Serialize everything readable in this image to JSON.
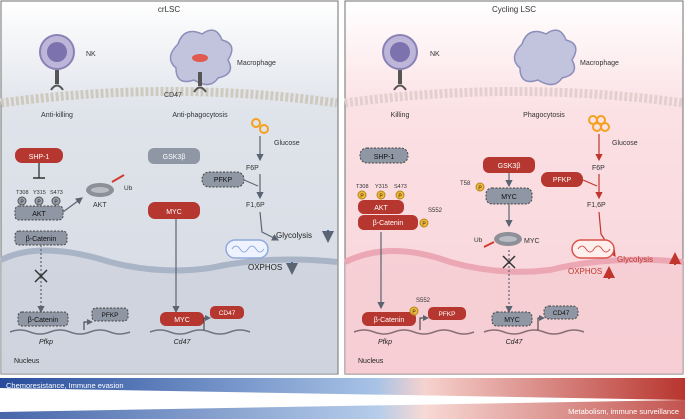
{
  "panels": {
    "left_title": "crLSC",
    "right_title": "Cycling LSC"
  },
  "left": {
    "nk": "NK",
    "macrophage": "Macrophage",
    "cd47_surface": "CD47",
    "anti_killing": "Anti-killing",
    "anti_phagocytosis": "Anti-phagocytosis",
    "glucose": "Glucose",
    "f6p": "F6P",
    "f16p": "F1,6P",
    "shp1": "SHP-1",
    "gsk3b": "GSK3β",
    "pfkp": "PFKP",
    "myc": "MYC",
    "akt": "AKT",
    "akt_ub": "AKT",
    "ub": "Ub",
    "t308": "T308",
    "y315": "Y315",
    "s473": "S473",
    "p": "P",
    "b_catenin": "β-Catenin",
    "glycolysis": "Glycolysis",
    "oxphos": "OXPHOS",
    "nuc_b_catenin": "β-Catenin",
    "nuc_pfkp": "PFKP",
    "nuc_myc": "MYC",
    "nuc_cd47": "CD47",
    "gene_pfkp": "Pfkp",
    "gene_cd47": "Cd47",
    "nucleus": "Nucleus"
  },
  "right": {
    "nk": "NK",
    "macrophage": "Macrophage",
    "killing": "Killing",
    "phagocytosis": "Phagocytosis",
    "glucose": "Glucose",
    "f6p": "F6P",
    "f16p": "F1,6P",
    "shp1": "SHP-1",
    "gsk3b": "GSK3β",
    "pfkp": "PFKP",
    "myc": "MYC",
    "t58": "T58",
    "akt": "AKT",
    "t308": "T308",
    "y315": "Y315",
    "s473": "S473",
    "p": "P",
    "s552": "S552",
    "b_catenin": "β-Catenin",
    "ub": "Ub",
    "myc_ub": "MYC",
    "glycolysis": "Glycolysis",
    "oxphos": "OXPHOS",
    "nuc_b_catenin": "β-Catenin",
    "nuc_s552": "S552",
    "nuc_pfkp": "PFKP",
    "nuc_myc": "MYC",
    "nuc_cd47": "CD47",
    "gene_pfkp": "Pfkp",
    "gene_cd47": "Cd47",
    "nucleus": "Nucleus"
  },
  "gradient": {
    "left_label": "Chemoresistance, Immune evasion",
    "right_label": "Metabolism, immune surveillance"
  },
  "colors": {
    "red": "#b5372f",
    "gray_dashed": "#7f8898",
    "blue_arrow": "#2f6fd1",
    "red_arrow": "#c0352c",
    "orange": "#f4a21e",
    "phospho": "#f0b83a",
    "left_bg": "#e9ecf2",
    "right_bg": "#fbe9ec"
  }
}
